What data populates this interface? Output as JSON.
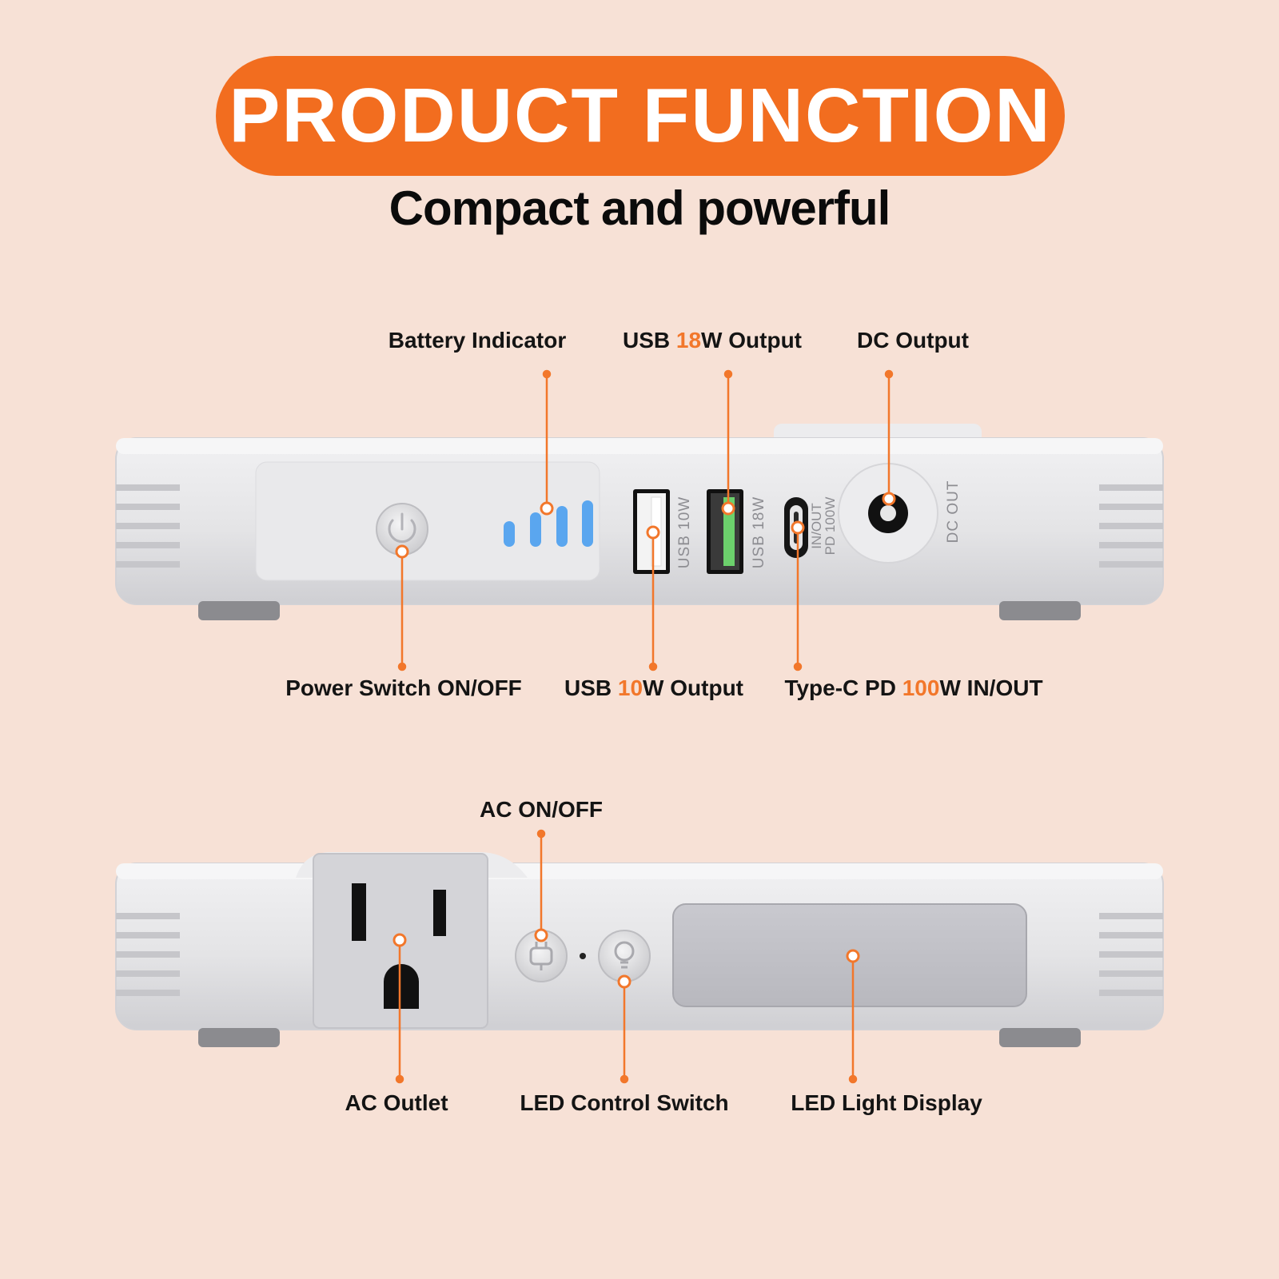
{
  "banner": {
    "title": "PRODUCT FUNCTION"
  },
  "subtitle": "Compact and powerful",
  "colors": {
    "accent": "#f26d1f",
    "background": "#f7e1d6",
    "device": "#e6e6e8",
    "indicator": "#5aa6ef",
    "usb_fast": "#6cd06c"
  },
  "top_callouts": {
    "battery_indicator": "Battery Indicator",
    "usb18": {
      "pre": "USB ",
      "num": "18",
      "post": "W Output"
    },
    "dc_output": "DC Output",
    "power_switch": "Power Switch ON/OFF",
    "usb10": {
      "pre": "USB ",
      "num": "10",
      "post": "W Output"
    },
    "typec": {
      "pre": "Type-C PD ",
      "num": "100",
      "post": "W IN/OUT"
    }
  },
  "device_top": {
    "usb10_print": "USB 10W",
    "usb18_print": "USB 18W",
    "typec_print_1": "IN/OUT",
    "typec_print_2": "PD 100W",
    "dc_print": "DC OUT",
    "battery_level_bars": 4
  },
  "bottom_callouts": {
    "ac_onoff": "AC ON/OFF",
    "ac_outlet": "AC Outlet",
    "led_switch": "LED Control Switch",
    "led_display": "LED Light Display"
  },
  "icons": [
    "power-icon",
    "battery-bars-icon",
    "usb-a-port-icon",
    "usb-c-port-icon",
    "dc-barrel-port-icon",
    "ac-outlet-icon",
    "plug-icon",
    "light-bulb-icon"
  ]
}
